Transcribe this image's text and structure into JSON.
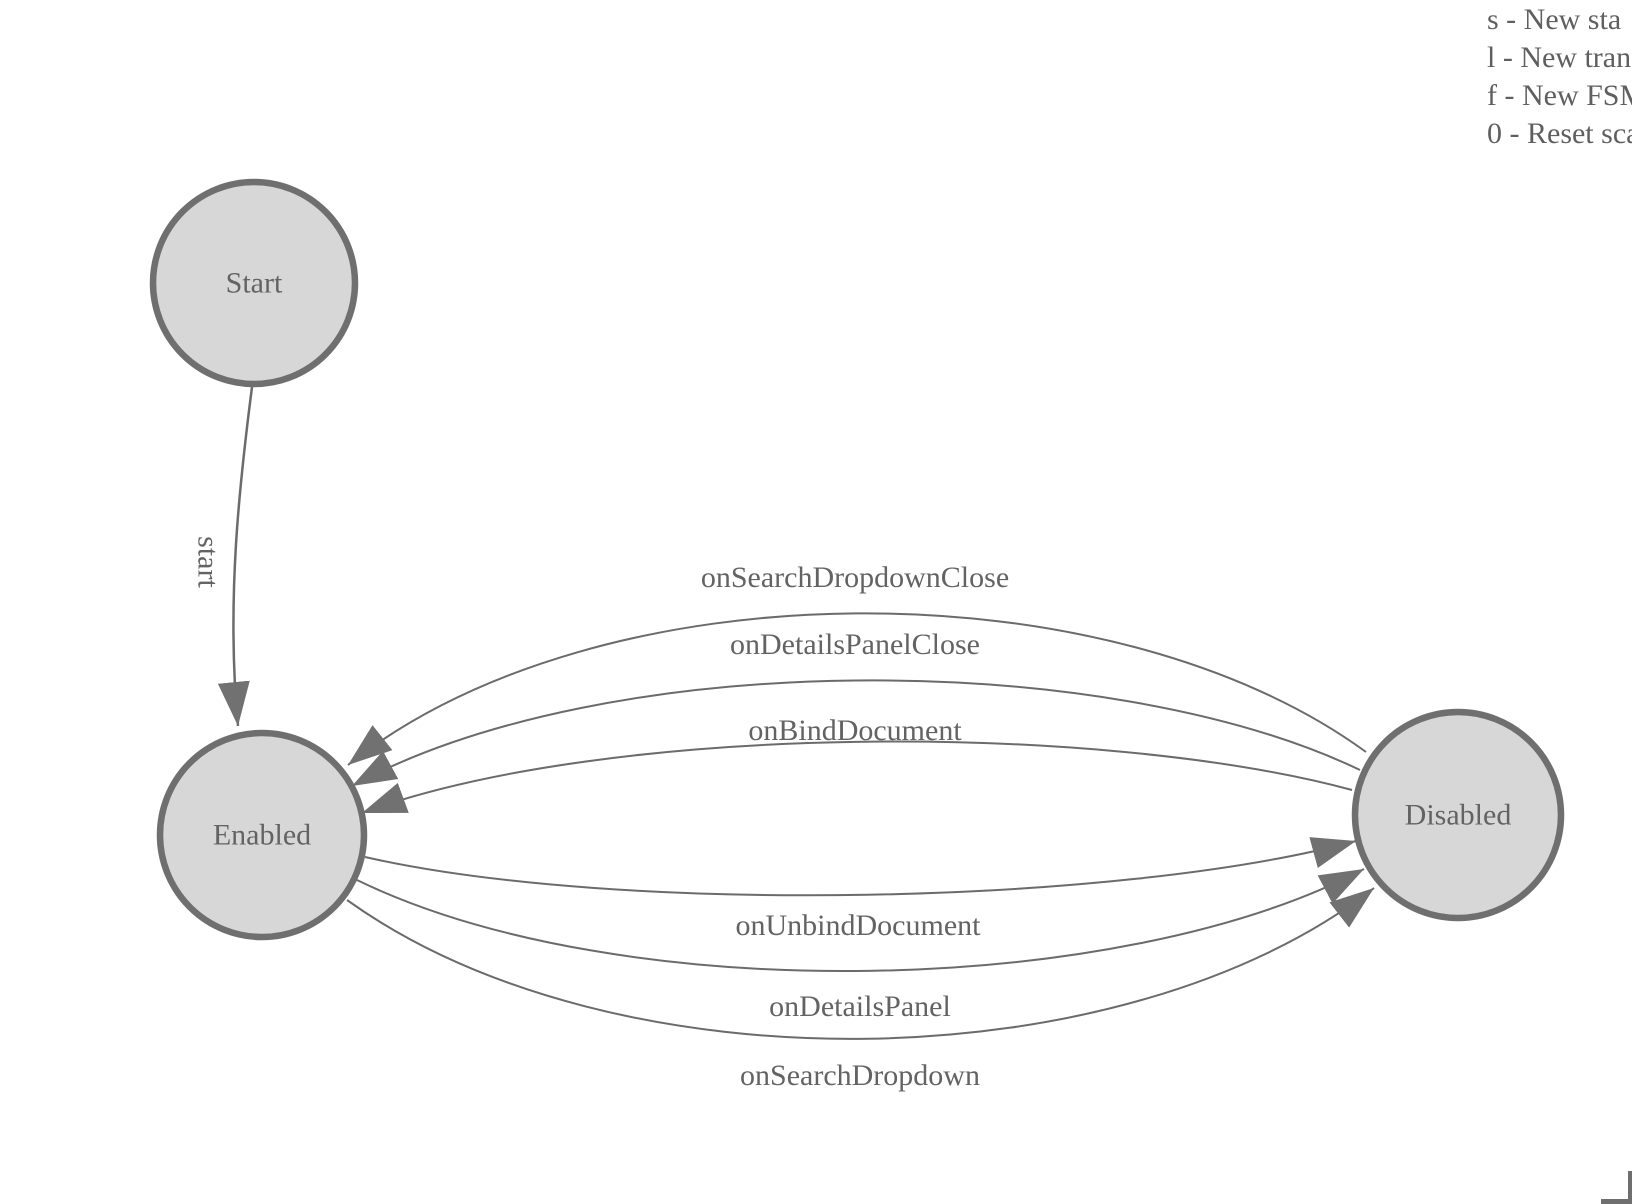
{
  "legend": {
    "items": [
      "s - New sta",
      "l - New tran",
      "f - New FSM",
      "0 - Reset sca"
    ]
  },
  "diagram": {
    "states": [
      {
        "label": "Start"
      },
      {
        "label": "Enabled"
      },
      {
        "label": "Disabled"
      }
    ],
    "transitions": [
      {
        "label": "start",
        "from": "Start",
        "to": "Enabled"
      },
      {
        "label": "onSearchDropdownClose",
        "from": "Disabled",
        "to": "Enabled"
      },
      {
        "label": "onDetailsPanelClose",
        "from": "Disabled",
        "to": "Enabled"
      },
      {
        "label": "onBindDocument",
        "from": "Disabled",
        "to": "Enabled"
      },
      {
        "label": "onUnbindDocument",
        "from": "Enabled",
        "to": "Disabled"
      },
      {
        "label": "onDetailsPanel",
        "from": "Enabled",
        "to": "Disabled"
      },
      {
        "label": "onSearchDropdown",
        "from": "Enabled",
        "to": "Disabled"
      }
    ]
  },
  "colors": {
    "node_fill": "#d7d7d7",
    "node_stroke": "#6f6f6f",
    "edge_stroke": "#6b6b6b",
    "arrow_fill": "#717171",
    "text": "#636363",
    "legend_text": "#5f5f5f"
  }
}
